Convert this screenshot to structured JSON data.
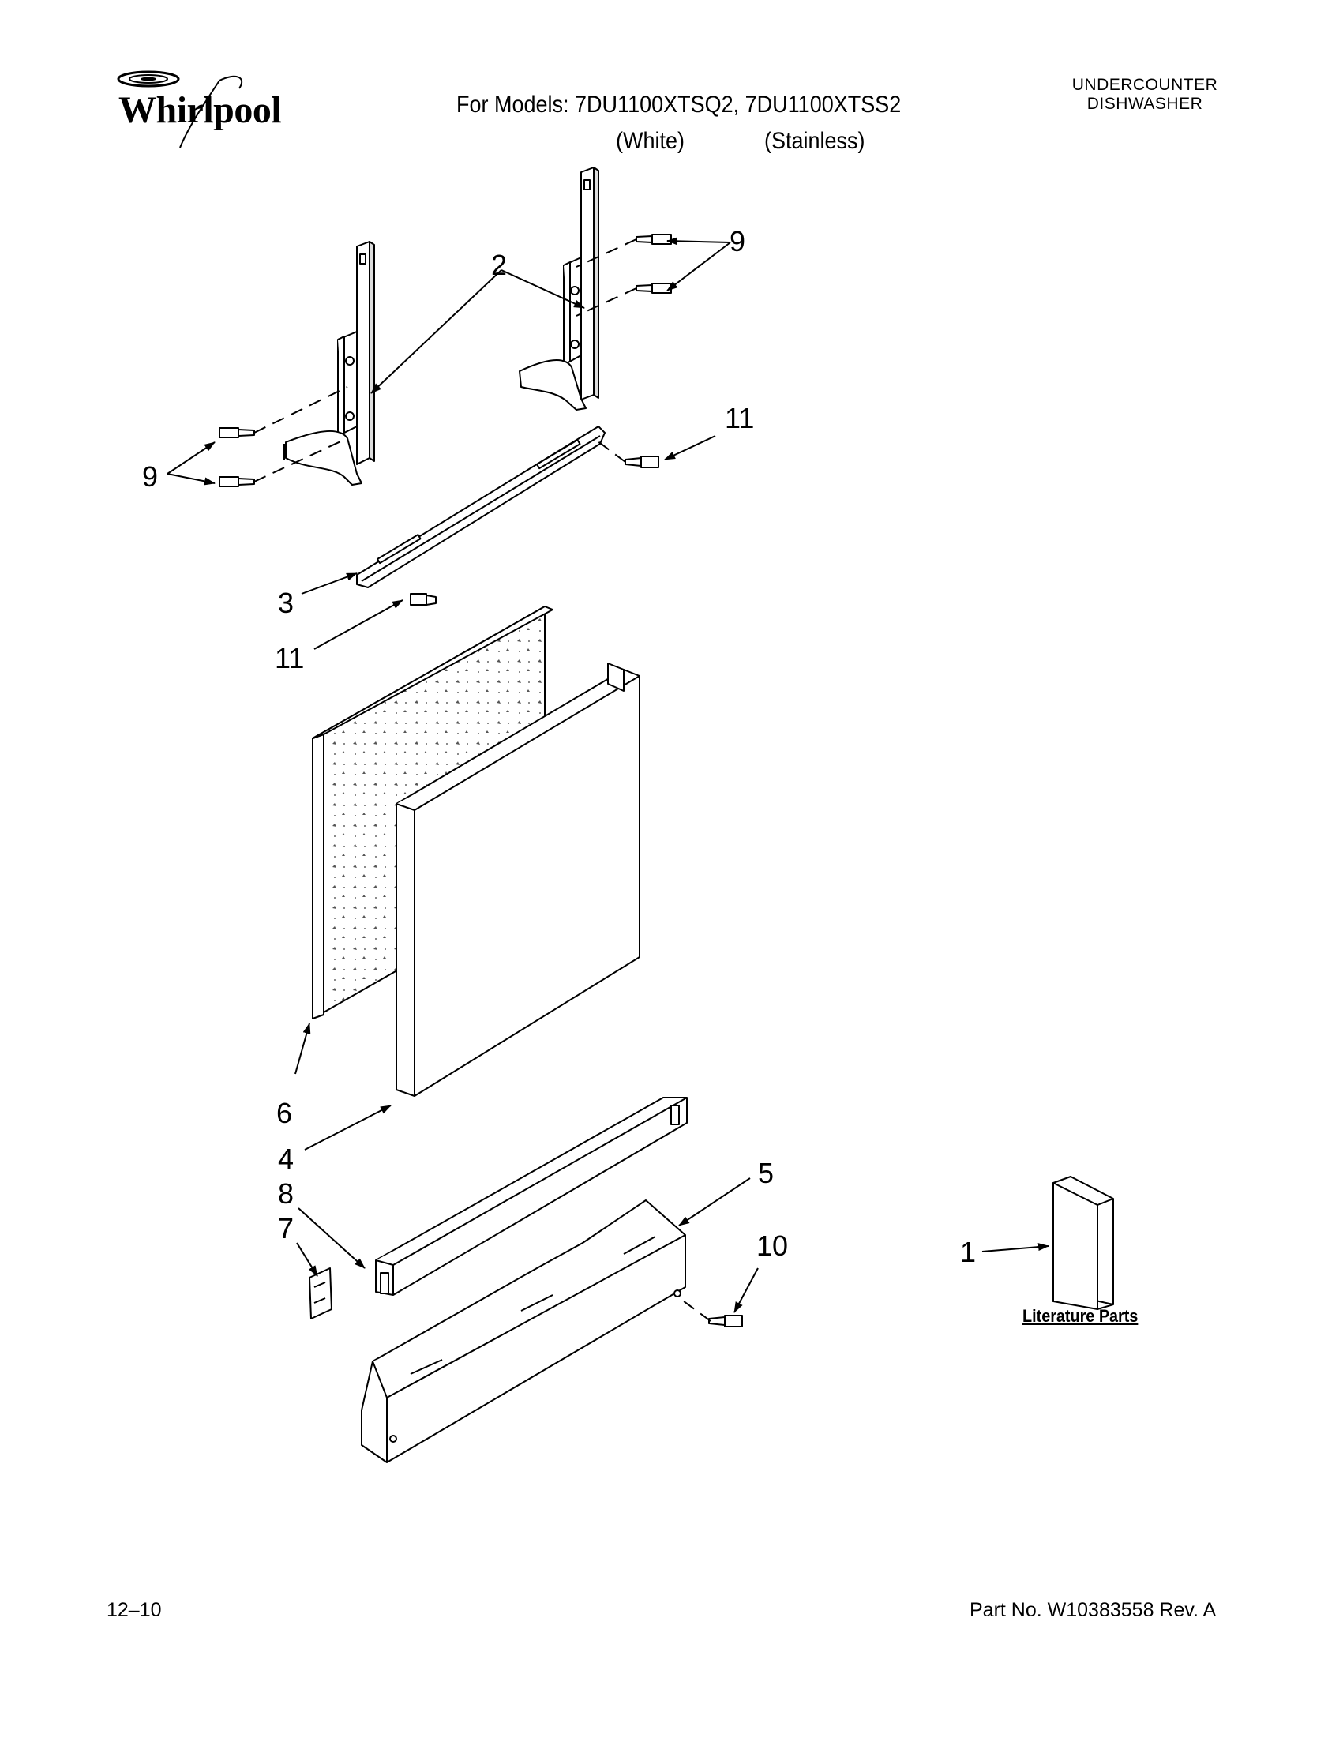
{
  "header": {
    "brand": "Whirlpool",
    "models_line": "For Models: 7DU1100XTSQ2, 7DU1100XTSS2",
    "variant_white": "(White)",
    "variant_stainless": "(Stainless)",
    "category_line1": "UNDERCOUNTER",
    "category_line2": "DISHWASHER"
  },
  "callouts": {
    "c2": "2",
    "c9_top": "9",
    "c9_left": "9",
    "c11_top": "11",
    "c11_left": "11",
    "c3": "3",
    "c6": "6",
    "c4": "4",
    "c8": "8",
    "c7": "7",
    "c5": "5",
    "c10": "10",
    "c1": "1"
  },
  "literature_label": "Literature Parts",
  "footer": {
    "date": "12–10",
    "part_no": "Part No. W10383558 Rev. A"
  }
}
